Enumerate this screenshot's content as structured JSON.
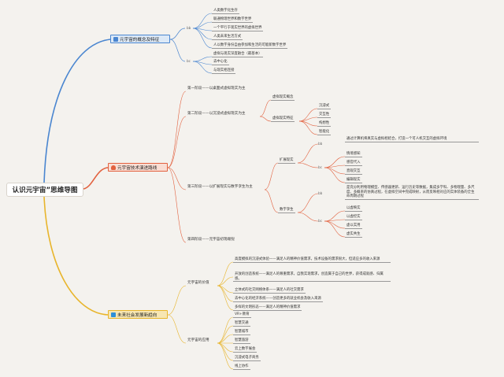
{
  "root": {
    "label": "认识元宇宙”思维导图"
  },
  "branches": {
    "concept": {
      "title": "元宇宙的概念及特征",
      "color": "#4a86d0",
      "fill": "#dce9f7",
      "tag_a": "bb",
      "tag_b": "bc",
      "items_a": [
        "人类数字化生存",
        "联通物理世界和数字世界",
        "一个平行于现实世界的虚拟世界",
        "人类未来生活方式",
        "人以数字身份自由参加和生活的可能新数字世界"
      ],
      "items_b": [
        "虚拟与现实深度融合（最基本）",
        "去中心化",
        "与现实相连接"
      ]
    },
    "tech": {
      "title": "元宇宙技术演进路线",
      "color": "#e2613f",
      "fill": "#f9ddd3",
      "stage1": "第一阶段——以桌面式虚拟现实为主",
      "stage2": "第二阶段——以沉浸式虚拟现实为主",
      "stage2_concept": "虚拟现实概念",
      "stage2_feature": "虚拟现实特征",
      "features": [
        "沉浸式",
        "交互性",
        "构想性",
        "智能化"
      ],
      "stage3": "第三阶段——以扩展现实与数字孪生为主",
      "xr": "扩展现实",
      "xr_tag_a": "bb",
      "xr_desc": "通过计算机将真实与虚拟相结合，打造一个可人机交互的虚拟环境",
      "xr_tag_b": "bc",
      "xr_items": [
        "情境感知",
        "感官代入",
        "直观交互",
        "编辑现实"
      ],
      "twin": "数字孪生",
      "twin_tag_a": "bb",
      "twin_desc": "是充分利用物理模型、传感器更新、运行历史等数据，集成多学科、多物理量、多尺度、多概率的仿真过程，在虚拟空间中完成映射，从而反映相对应的实体装备的全生命周期过程",
      "twin_tag_b": "bc",
      "twin_items": [
        "以虚映实",
        "以虚控实",
        "虚以实用",
        "虚实共生"
      ],
      "stage4": "第四阶段——元宇宙初现端倪"
    },
    "society": {
      "title": "未来社会发展新趋向",
      "color": "#e8b52c",
      "fill": "#f7e6b3",
      "value_label": "元宇宙的价值",
      "values": [
        "高度模拟的沉浸式体验——满足人的精神价值需求，技术设备的需求很大，但适应多的收入来源",
        "开放的创造系统——满足人的尊重需求，自我实现需求，创造属于自己的世界，获得成就感、归属感。",
        "立体式的社交网络体系——满足人的社交需求",
        "去中心化的经济系统——创造更多的就业机会及收入来源",
        "多样的文明形态——满足人的精神价值需求"
      ],
      "app_label": "元宇宙的应用",
      "apps": [
        "VR+教育",
        "智慧交通",
        "智慧城市",
        "智慧旅游",
        "云上数字展会",
        "沉浸式电子商务",
        "线上协作"
      ]
    }
  }
}
